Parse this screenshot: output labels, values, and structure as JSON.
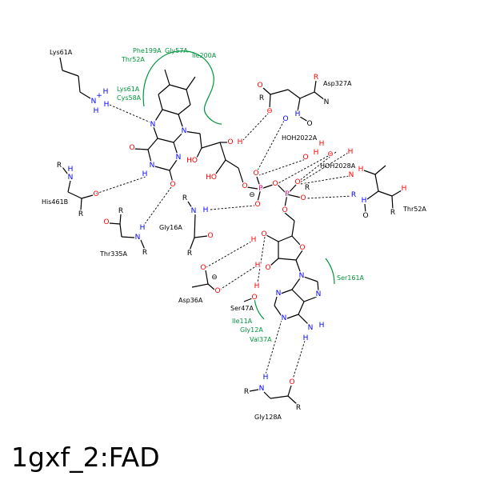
{
  "title": "1gxf_2:FAD",
  "colors": {
    "oxygen": "#ff0000",
    "nitrogen": "#0000ff",
    "phosphorus": "#e0007a",
    "carbon": "#000000",
    "hydrophobic": "#00963c"
  },
  "residues": [
    "Lys61A",
    "His461B",
    "Thr335A",
    "Gly16A",
    "Asp36A",
    "Ser47A",
    "Gly128A",
    "Asp327A",
    "Thr52A",
    "HOH2022A",
    "HOH2028A"
  ],
  "hydrophobic": [
    "Phe199A",
    "Gly57A",
    "Thr52A",
    "Ile200A",
    "Lys61A",
    "Cys58A",
    "Ser161A",
    "Ile11A",
    "Gly12A",
    "Val37A"
  ],
  "atoms": [
    "N",
    "N",
    "N",
    "N",
    "O",
    "O",
    "H",
    "O",
    "O",
    "H",
    "HO",
    "HO",
    "O",
    "O",
    "P",
    "P",
    "O",
    "O",
    "O",
    "O",
    "O",
    "O",
    "O",
    "O",
    "H",
    "H",
    "N",
    "N",
    "N",
    "N",
    "N",
    "N",
    "H",
    "H",
    "N",
    "H",
    "H",
    "H",
    "+",
    "N",
    "H",
    "R",
    "O",
    "R",
    "O",
    "R",
    "N",
    "H",
    "R",
    "N",
    "H",
    "R",
    "O",
    "R",
    "O",
    "O",
    "⊖",
    "O",
    "H",
    "R",
    "N",
    "H",
    "R",
    "O",
    "O",
    "⊖",
    "R",
    "N",
    "H",
    "O",
    "R",
    "O",
    "H",
    "N",
    "H",
    "R",
    "O",
    "H",
    "H",
    "O",
    "H",
    "H",
    "⊖",
    "⊖",
    "R",
    "R"
  ]
}
